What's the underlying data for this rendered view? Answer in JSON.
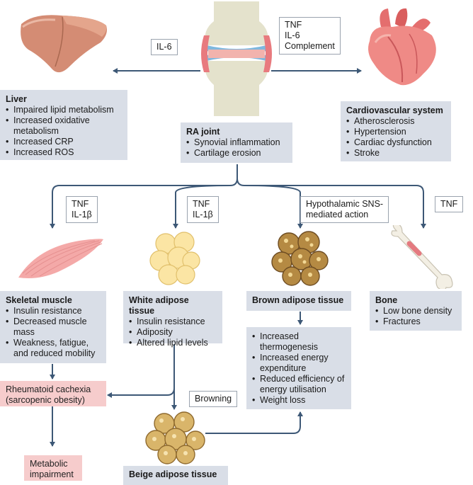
{
  "colors": {
    "arrow": "#3d5876",
    "box": "#d9dee7",
    "highlight": "#f6cccc",
    "callout_border": "#9aa3ae"
  },
  "illustrations": {
    "liver": "liver-illustration",
    "joint": "knee-joint-illustration",
    "heart": "heart-illustration",
    "muscle": "skeletal-muscle-illustration",
    "white_fat": "white-adipocytes-illustration",
    "brown_fat": "brown-adipocytes-illustration",
    "bone": "bone-illustration",
    "beige_fat": "beige-adipocytes-illustration"
  },
  "callouts": {
    "il6": [
      "IL-6"
    ],
    "tnf_heart": [
      "TNF",
      "IL-6",
      "Complement"
    ],
    "tnf_muscle": [
      "TNF",
      "IL-1β"
    ],
    "tnf_white": [
      "TNF",
      "IL-1β"
    ],
    "sns": [
      "Hypothalamic SNS-",
      "mediated action"
    ],
    "tnf_bone": [
      "TNF"
    ],
    "browning": [
      "Browning"
    ]
  },
  "liver": {
    "title": "Liver",
    "items": [
      "Impaired lipid metabolism",
      "Increased oxidative metabolism",
      "Increased CRP",
      "Increased ROS"
    ]
  },
  "ra_joint": {
    "title": "RA joint",
    "items": [
      "Synovial inflammation",
      "Cartilage erosion"
    ]
  },
  "cardio": {
    "title": "Cardiovascular system",
    "items": [
      "Atherosclerosis",
      "Hypertension",
      "Cardiac dysfunction",
      "Stroke"
    ]
  },
  "skeletal": {
    "title": "Skeletal muscle",
    "items": [
      "Insulin resistance",
      "Decreased muscle mass",
      "Weakness, fatigue, and reduced mobility"
    ]
  },
  "white": {
    "title": "White adipose tissue",
    "items": [
      "Insulin resistance",
      "Adiposity",
      "Altered lipid levels"
    ]
  },
  "brown": {
    "title": "Brown adipose tissue"
  },
  "brown_effects": {
    "items": [
      "Increased thermogenesis",
      "Increased energy expenditure",
      "Reduced efficiency of energy utilisation",
      "Weight loss"
    ]
  },
  "bone": {
    "title": "Bone",
    "items": [
      "Low bone density",
      "Fractures"
    ]
  },
  "cachexia": {
    "line1": "Rheumatoid cachexia",
    "line2": "(sarcopenic obesity)"
  },
  "metabolic": {
    "line1": "Metabolic",
    "line2": "impairment"
  },
  "beige": {
    "title": "Beige adipose tissue"
  }
}
